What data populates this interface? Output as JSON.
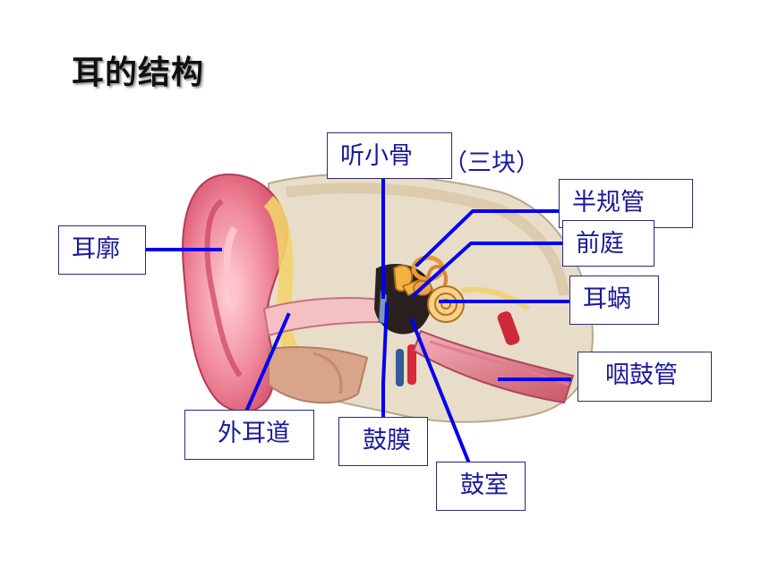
{
  "title": "耳的结构",
  "labels": {
    "ossicles": "听小骨",
    "ossicles_note": "（三块）",
    "semicircular": "半规管",
    "vestibule": "前庭",
    "auricle": "耳廓",
    "cochlea": "耳蜗",
    "eustachian": "咽鼓管",
    "ear_canal": "外耳道",
    "eardrum": "鼓膜",
    "tympanic": "鼓室"
  },
  "colors": {
    "leader": "#0000ee",
    "label_text": "#1a1a99"
  }
}
